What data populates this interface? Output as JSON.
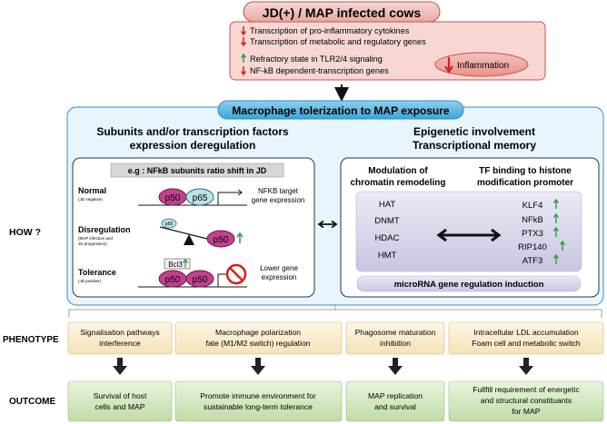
{
  "header": {
    "title": "JD(+) / MAP infected cows",
    "items": [
      "Transcription of pro-inflammatory cytokines",
      "Transcription of metabolic and regulatory genes",
      "Refractory state in TLR2/4 signaling",
      "NF-kB dependent-transcription genes"
    ],
    "inflammation": "Inflammation"
  },
  "banner": "Macrophage tolerization to MAP exposure",
  "row_labels": {
    "how": "HOW ?",
    "phenotype": "PHENOTYPE",
    "outcome": "OUTCOME"
  },
  "left_panel": {
    "title_line1": "Subunits and/or transcription factors",
    "title_line2": "expression deregulation",
    "example": "e.g : NFkB subunits ratio shift in JD",
    "normal": "Normal",
    "normal_sub": "(JD negative)",
    "normal_out_line1": "NFKB target",
    "normal_out_line2": "gene expression",
    "disregulation": "Disregulation",
    "disregulation_sub1": "(MAP infection and",
    "disregulation_sub2": "JD progression)",
    "tolerance": "Tolerance",
    "tolerance_sub": "(JD positive)",
    "tolerance_out_line1": "Lower gene",
    "tolerance_out_line2": "expression",
    "p50": "p50",
    "p65": "p65",
    "bcl3": "Bcl3"
  },
  "right_panel": {
    "title_line1": "Epigenetic involvement",
    "title_line2": "Transcriptional memory",
    "sub_left_line1": "Modulation of",
    "sub_left_line2": "chromatin remodeling",
    "sub_right_line1": "TF binding to histone",
    "sub_right_line2": "modification promoter",
    "enzymes": [
      "HAT",
      "DNMT",
      "HDAC",
      "HMT"
    ],
    "tfs": [
      "KLF4",
      "NFkB",
      "PTX3",
      "RIP140",
      "ATF3"
    ],
    "microrna": "microRNA gene regulation induction"
  },
  "phenotype": [
    [
      "Signalisation pathways",
      "interference"
    ],
    [
      "Macrophage polarization",
      "fate (M1/M2 switch) regulation"
    ],
    [
      "Phagosome maturation",
      "inhibition"
    ],
    [
      "Intracellular LDL accumulation",
      "Foam cell and metabolic switch"
    ]
  ],
  "outcome": [
    [
      "Survival of host",
      "cells and MAP"
    ],
    [
      "Promote immune environment for",
      "sustainable long-term tolerance"
    ],
    [
      "MAP replication",
      "and survival"
    ],
    [
      "Fullfill requirement of energetic",
      "and structural constituants",
      "for MAP"
    ]
  ],
  "colors": {
    "header_fill": "#f4d3d0",
    "header_border": "#c9514a",
    "banner_fill": "#5bb4de",
    "panel_fill": "#e8f5fc",
    "panel_border": "#2f8fc8",
    "phenotype_fill": "#fbf0d4",
    "outcome_fill": "#d9ecc9",
    "p50": "#c2418f",
    "p65": "#bde1ea",
    "up_arrow": "#2e9c3a",
    "down_arrow": "#d62020",
    "enzyme_box": "#d6d3ea"
  }
}
